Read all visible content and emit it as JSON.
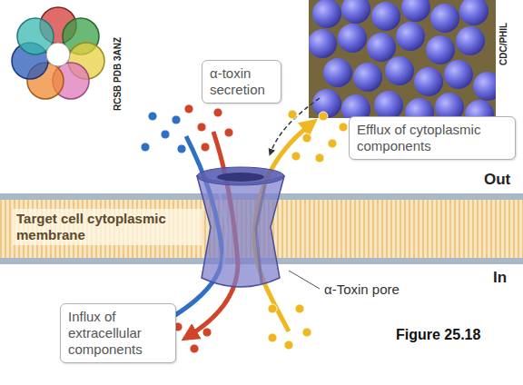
{
  "diagram": {
    "caption": "Figure 25.18",
    "nodes": [
      {
        "text": [
          "α-toxin secretion"
        ]
      },
      {
        "text": [
          "Efflux of cytoplasmic components"
        ]
      },
      {
        "text": [
          "Target cell cytoplasmic membrane"
        ]
      },
      {
        "text": [
          "Influx of extracellular components"
        ]
      }
    ],
    "labels": [
      "RCSB PDB 3ANZ",
      "CDC/PHIL",
      "Out",
      "α-Toxin pore",
      "In"
    ]
  }
}
